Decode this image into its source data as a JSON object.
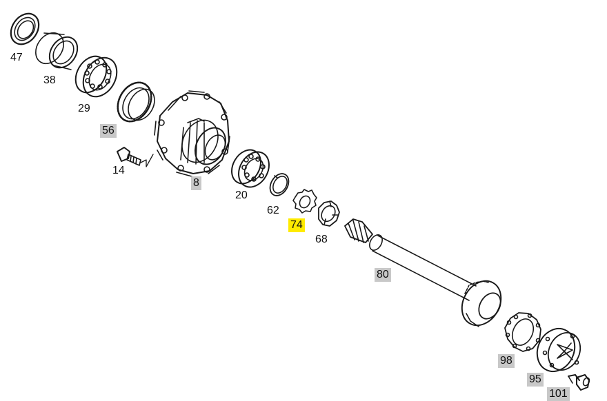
{
  "diagram": {
    "parts": [
      {
        "id": "p47",
        "number": "47",
        "highlight": "none"
      },
      {
        "id": "p38",
        "number": "38",
        "highlight": "none"
      },
      {
        "id": "p29",
        "number": "29",
        "highlight": "none"
      },
      {
        "id": "p56",
        "number": "56",
        "highlight": "grey"
      },
      {
        "id": "p14",
        "number": "14",
        "highlight": "none"
      },
      {
        "id": "p8",
        "number": "8",
        "highlight": "grey"
      },
      {
        "id": "p20",
        "number": "20",
        "highlight": "none"
      },
      {
        "id": "p62",
        "number": "62",
        "highlight": "none"
      },
      {
        "id": "p74",
        "number": "74",
        "highlight": "yellow"
      },
      {
        "id": "p68",
        "number": "68",
        "highlight": "none"
      },
      {
        "id": "p80",
        "number": "80",
        "highlight": "grey"
      },
      {
        "id": "p98",
        "number": "98",
        "highlight": "grey"
      },
      {
        "id": "p95",
        "number": "95",
        "highlight": "grey"
      },
      {
        "id": "p101",
        "number": "101",
        "highlight": "grey"
      }
    ],
    "colors": {
      "line": "#1a1a1a",
      "grey_label": "#c8c8c8",
      "yellow_label": "#ffeb00"
    }
  }
}
